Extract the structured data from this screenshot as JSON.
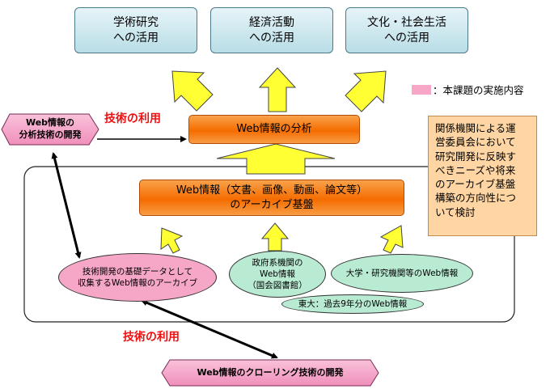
{
  "top_goals": [
    {
      "label": "学術研究\nへの活用"
    },
    {
      "label": "経済活動\nへの活用"
    },
    {
      "label": "文化・社会生活\nへの活用"
    }
  ],
  "legend": {
    "label": "：本課題の実施内容",
    "color": "#f6a7c7"
  },
  "analysis_box": {
    "label": "Web情報の分析"
  },
  "archive_box": {
    "label": "Web情報（文書、画像、動画、論文等）\nのアーカイブ基盤"
  },
  "analysis_tech": {
    "label": "Web情報の\n分析技術の開発"
  },
  "crawling_tech": {
    "label": "Web情報のクローリング技術の開発"
  },
  "tech_use_labels": [
    "技術の利用",
    "技術の利用"
  ],
  "note_box": {
    "label": "関係機関による運\n営委員会において\n研究開発に反映す\nべきニーズや将来\nのアーカイブ基盤\n構築の方向性につ\nいて検討"
  },
  "sources": {
    "basic_archive": "技術開発の基礎データとして\n収集するWeb情報のアーカイブ",
    "government": "政府系機関の\nWeb情報\n（国会図書館）",
    "university": "大学・研究機関等のWeb情報",
    "todai": "東大：過去9年分のWeb情報"
  },
  "colors": {
    "orange": "#f56c00",
    "yellow_arrow": "#ffff33",
    "pink": "#f6a7c7",
    "green": "#b9ebd3",
    "red_text": "#ee1010"
  }
}
